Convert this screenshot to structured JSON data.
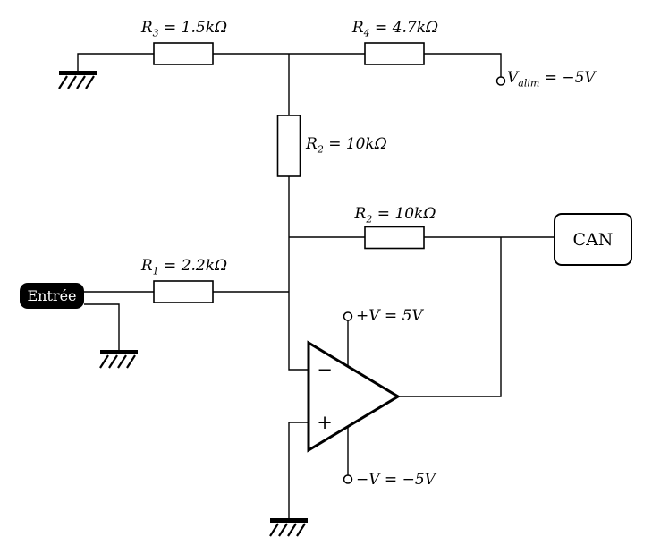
{
  "labels": {
    "r3": {
      "symbol": "R",
      "subscript": "3",
      "value": " = 1.5kΩ"
    },
    "r4": {
      "symbol": "R",
      "subscript": "4",
      "value": " = 4.7kΩ"
    },
    "r2_top": {
      "symbol": "R",
      "subscript": "2",
      "value": " = 10kΩ"
    },
    "r2_feedback": {
      "symbol": "R",
      "subscript": "2",
      "value": " = 10kΩ"
    },
    "r1": {
      "symbol": "R",
      "subscript": "1",
      "value": " = 2.2kΩ"
    },
    "v_alim": {
      "symbol": "V",
      "subscript": "alim",
      "value": " = −5V"
    },
    "v_plus": "+V = 5V",
    "v_minus": "−V = −5V"
  },
  "blocks": {
    "can": "CAN",
    "entree": "Entrée"
  },
  "opamp": {
    "inverting_input": "−",
    "non_inverting_input": "+"
  },
  "colors": {
    "line": "#000000",
    "background": "#ffffff",
    "entree_fill": "#000000",
    "entree_text": "#ffffff"
  }
}
